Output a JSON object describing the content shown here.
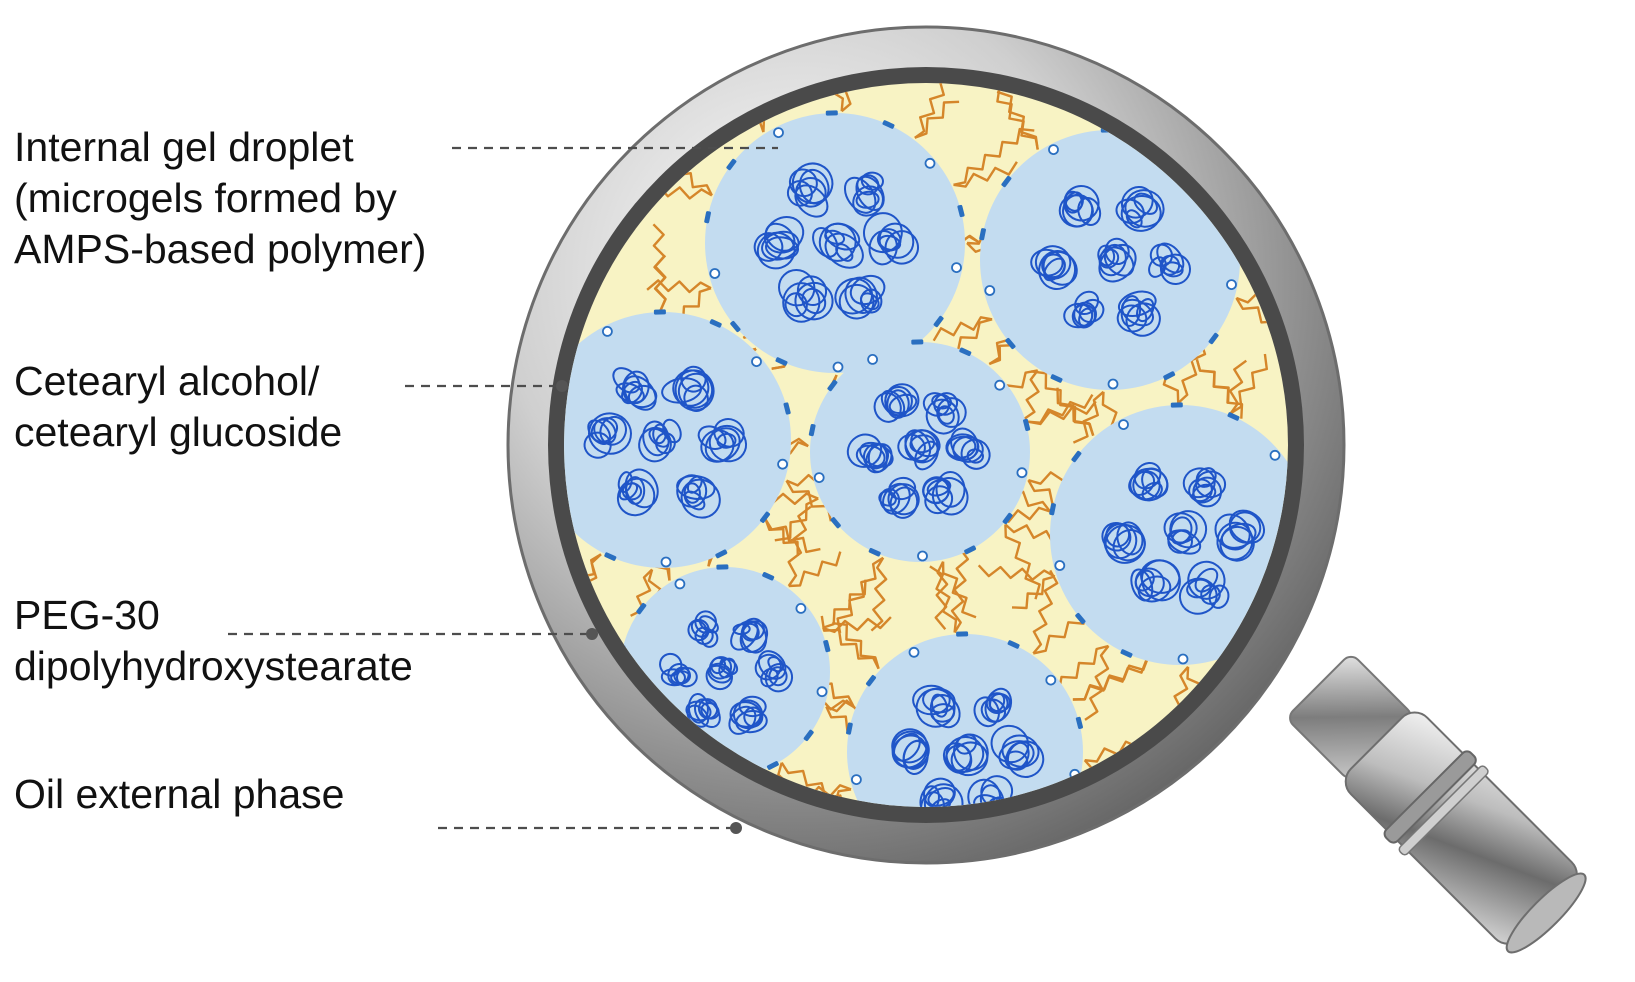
{
  "labels": [
    {
      "text": "Internal gel droplet\n(microgels formed by\nAMPS-based polymer)"
    },
    {
      "text": "Cetearyl alcohol/\ncetearyl glucoside"
    },
    {
      "text": "PEG-30\ndipolyhydroxystearate"
    },
    {
      "text": "Oil external phase"
    }
  ],
  "colors": {
    "oil_phase": "#f8f3c4",
    "droplet": "#c3dcf0",
    "microgel": "#1f55c8",
    "peg_chain": "#d5862a",
    "emulsifier_head": "#2a6fc0",
    "lens_rim": "#8c8c8c",
    "handle": "#a9a9a9"
  },
  "icons": [
    "magnifying-glass-icon"
  ]
}
